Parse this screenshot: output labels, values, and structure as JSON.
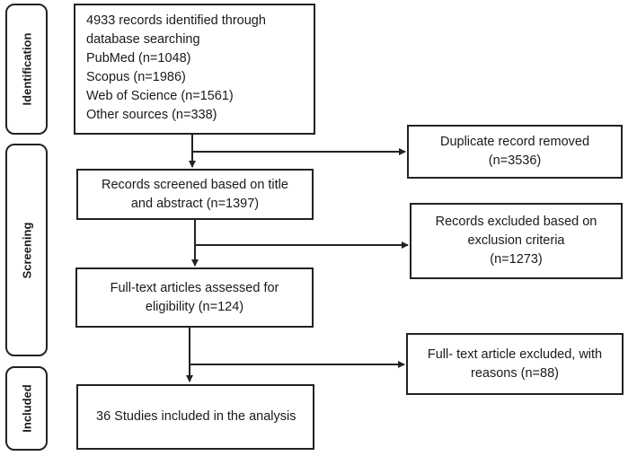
{
  "stages": {
    "identification": "Identification",
    "screening": "Screening",
    "included": "Included"
  },
  "boxes": {
    "identified": [
      "4933 records identified through",
      "database searching",
      "PubMed (n=1048)",
      "Scopus (n=1986)",
      "Web of Science (n=1561)",
      "Other sources (n=338)"
    ],
    "duplicates": [
      "Duplicate record removed",
      "(n=3536)"
    ],
    "screened": [
      "Records screened based on title",
      "and abstract (n=1397)"
    ],
    "excluded_criteria": [
      "Records excluded based on",
      "exclusion criteria",
      "(n=1273)"
    ],
    "fulltext": [
      "Full-text articles assessed for",
      "eligibility (n=124)"
    ],
    "fulltext_excluded": [
      "Full- text article excluded, with",
      "reasons (n=88)"
    ],
    "included": [
      "36 Studies included in the analysis"
    ]
  }
}
